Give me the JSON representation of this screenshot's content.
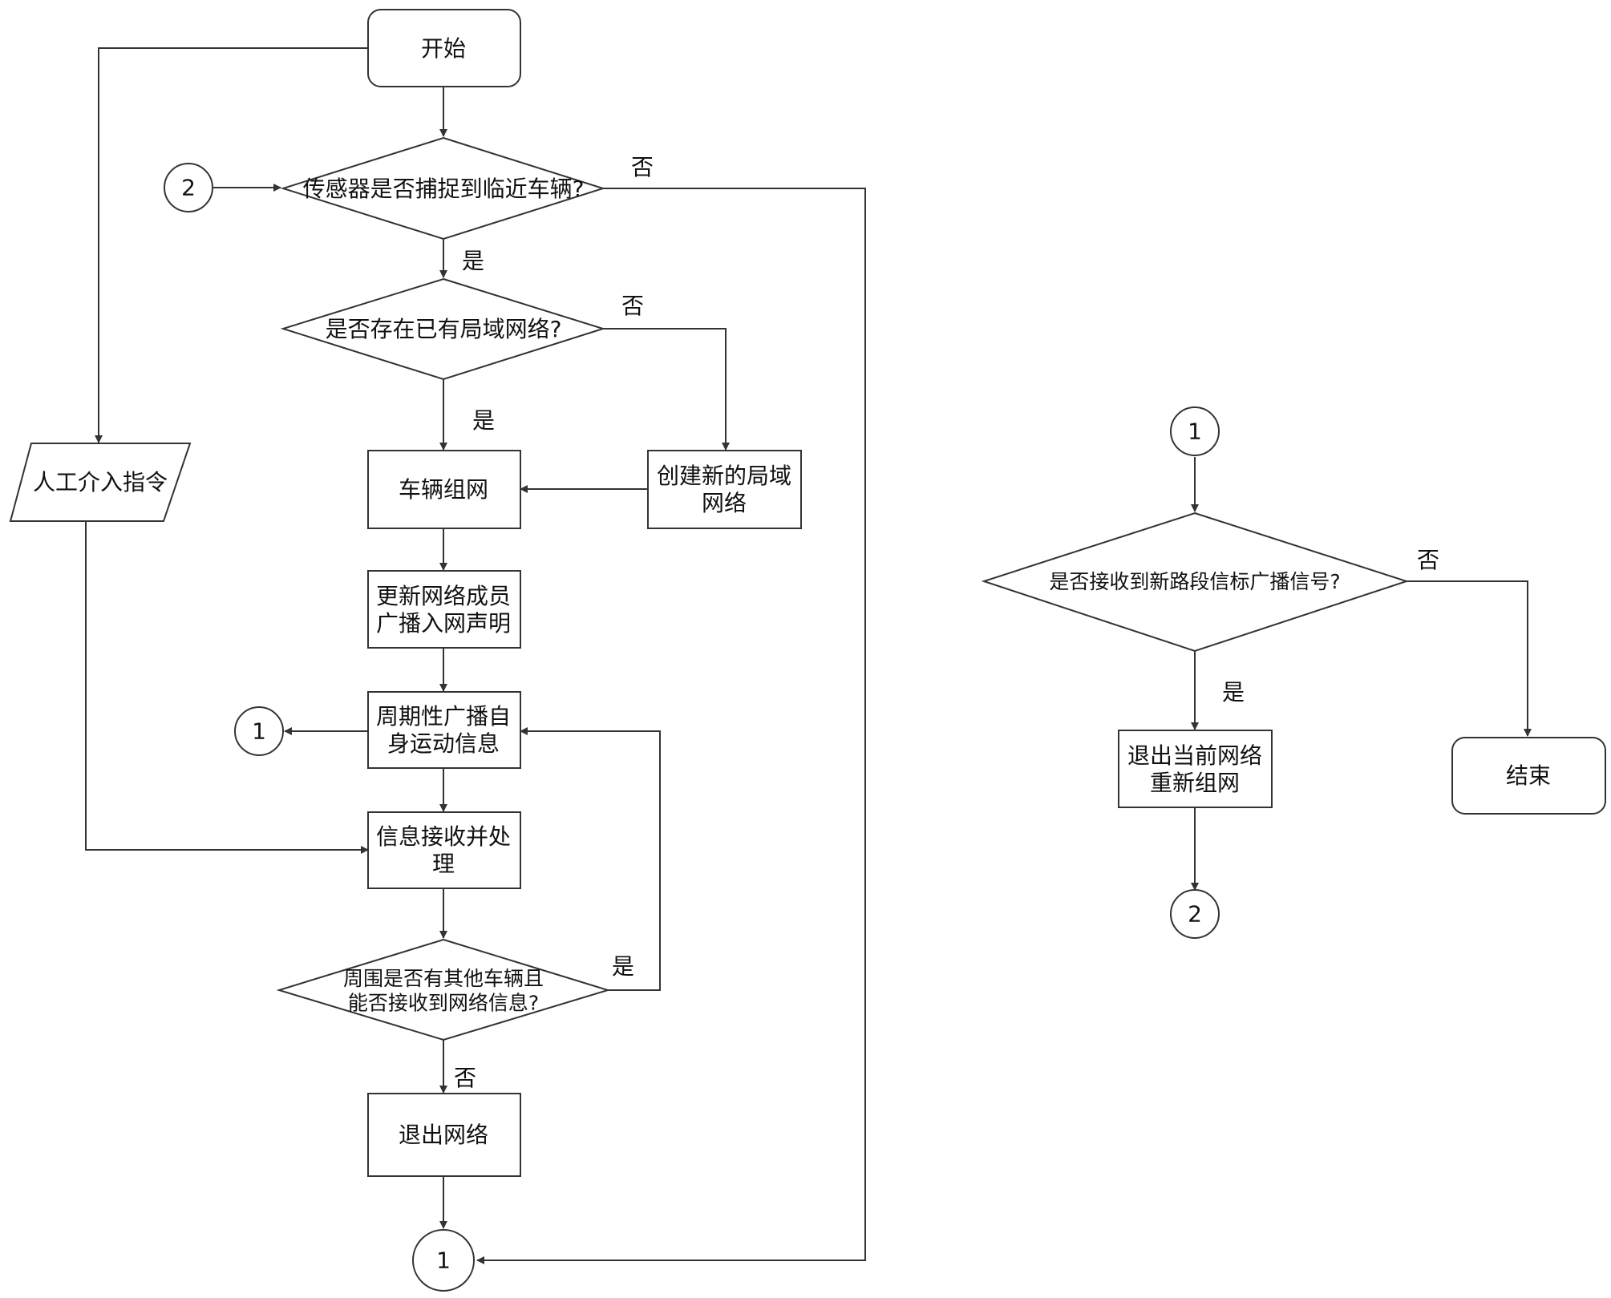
{
  "nodes": {
    "start": {
      "lines": [
        "开始"
      ]
    },
    "sensor_decision": {
      "lines": [
        "传感器是否捕捉到临近车辆?"
      ]
    },
    "network_exists_decision": {
      "lines": [
        "是否存在已有局域网络?"
      ]
    },
    "vehicle_networking": {
      "lines": [
        "车辆组网"
      ]
    },
    "create_network": {
      "lines": [
        "创建新的局域",
        "网络"
      ]
    },
    "update_members": {
      "lines": [
        "更新网络成员",
        "广播入网声明"
      ]
    },
    "periodic_broadcast": {
      "lines": [
        "周期性广播自",
        "身运动信息"
      ]
    },
    "receive_process": {
      "lines": [
        "信息接收并处",
        "理"
      ]
    },
    "surrounding_decision": {
      "lines": [
        "周围是否有其他车辆且",
        "能否接收到网络信息?"
      ]
    },
    "exit_network": {
      "lines": [
        "退出网络"
      ]
    },
    "manual_instruction": {
      "lines": [
        "人工介入指令"
      ]
    },
    "beacon_decision": {
      "lines": [
        "是否接收到新路段信标广播信号?"
      ]
    },
    "exit_regroup": {
      "lines": [
        "退出当前网络",
        "重新组网"
      ]
    },
    "end": {
      "lines": [
        "结束"
      ]
    }
  },
  "connectors": {
    "c2_left": "2",
    "c1_left": "1",
    "c1_bottom": "1",
    "c1_right_top": "1",
    "c2_right_bottom": "2"
  },
  "edge_labels": {
    "sensor_no": "否",
    "sensor_yes": "是",
    "network_no": "否",
    "network_yes": "是",
    "surrounding_yes": "是",
    "surrounding_no": "否",
    "beacon_no": "否",
    "beacon_yes": "是"
  }
}
